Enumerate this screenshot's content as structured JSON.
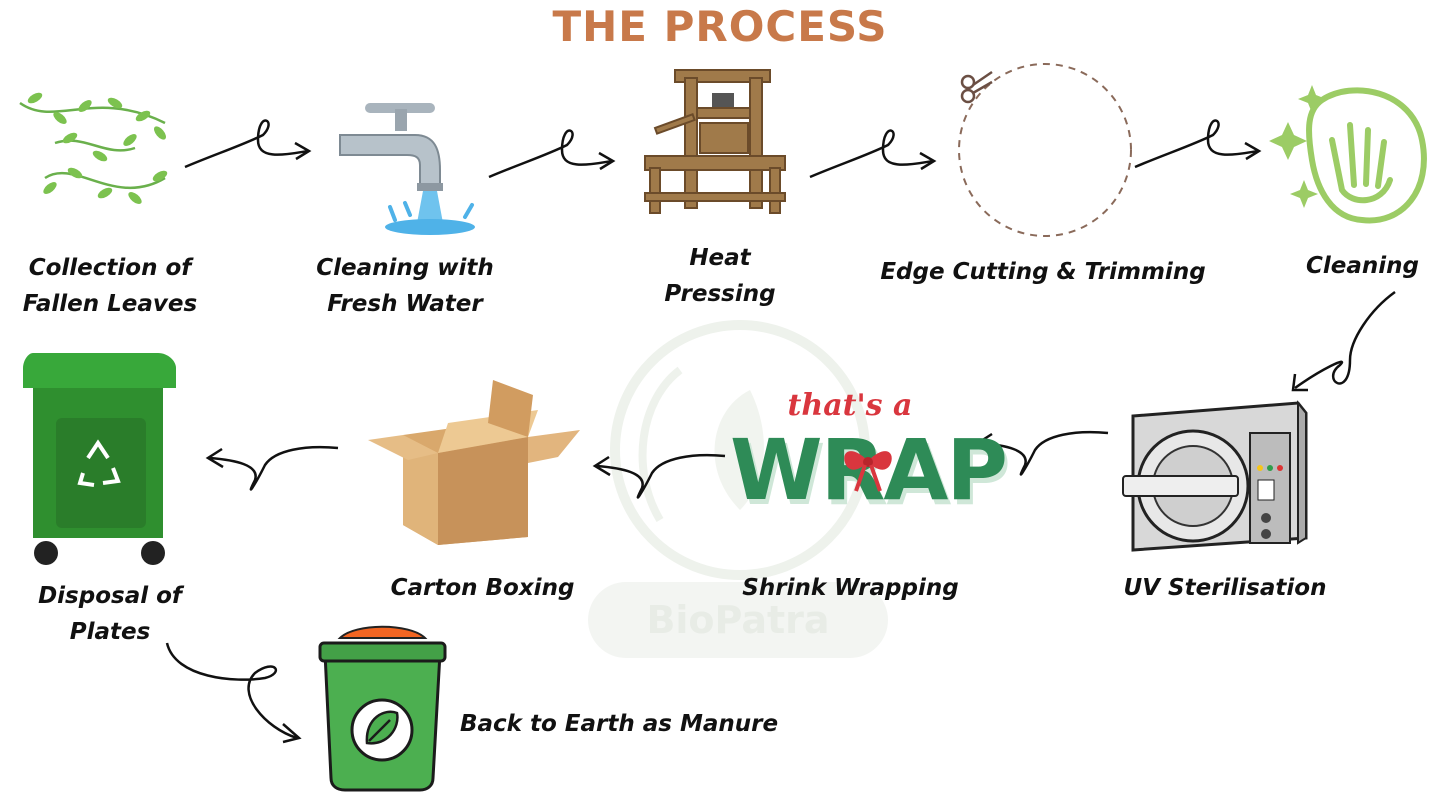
{
  "title": "THE PROCESS",
  "steps": [
    {
      "id": "collection",
      "label": "Collection of\nFallen Leaves",
      "icon": "leaves-icon"
    },
    {
      "id": "cleaning_water",
      "label": "Cleaning with\nFresh Water",
      "icon": "water-tap-icon"
    },
    {
      "id": "heat_pressing",
      "label": "Heat\nPressing",
      "icon": "press-machine-icon"
    },
    {
      "id": "edge_cutting",
      "label": "Edge Cutting & Trimming",
      "icon": "scissors-cut-circle-icon"
    },
    {
      "id": "cleaning",
      "label": "Cleaning",
      "icon": "hand-wipe-icon"
    },
    {
      "id": "uv",
      "label": "UV Sterilisation",
      "icon": "sterilizer-machine-icon"
    },
    {
      "id": "shrink",
      "label": "Shrink Wrapping",
      "icon": "wrap-badge-icon"
    },
    {
      "id": "carton",
      "label": "Carton Boxing",
      "icon": "carton-box-icon"
    },
    {
      "id": "disposal",
      "label": "Disposal of\nPlates",
      "icon": "recycle-bin-icon"
    },
    {
      "id": "manure",
      "label": "Back to Earth as Manure",
      "icon": "manure-bag-icon"
    }
  ],
  "wrap_badge": {
    "top": "that's a",
    "main": "WRAP"
  },
  "watermark": {
    "text": "BioPatra",
    "icon": "leaf-wreath-icon"
  },
  "colors": {
    "title": "#c8794a",
    "leaf_green": "#6ab04c",
    "wrap_green": "#2e8b57",
    "wrap_red": "#d9363e",
    "bin_green": "#2f8f2f",
    "bag_green": "#4caf50"
  }
}
